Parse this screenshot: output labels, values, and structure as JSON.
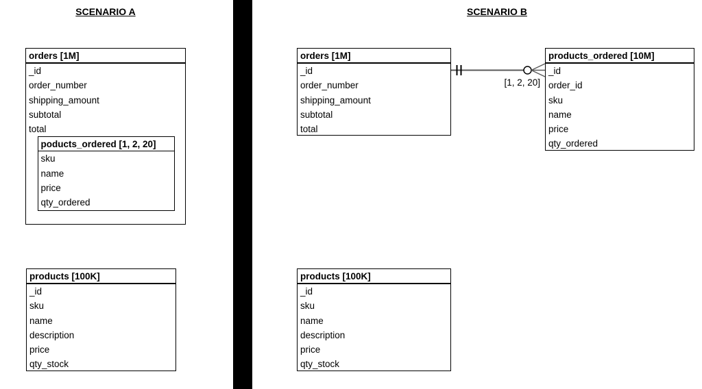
{
  "scenario_a": {
    "title": "SCENARIO A",
    "orders": {
      "header": "orders [1M]",
      "fields": [
        "_id",
        "order_number",
        "shipping_amount",
        "subtotal",
        "total"
      ],
      "nested": {
        "header": "poducts_ordered [1, 2, 20]",
        "fields": [
          "sku",
          "name",
          "price",
          "qty_ordered"
        ]
      }
    },
    "products": {
      "header": "products [100K]",
      "fields": [
        "_id",
        "sku",
        "name",
        "description",
        "price",
        "qty_stock"
      ]
    }
  },
  "scenario_b": {
    "title": "SCENARIO B",
    "orders": {
      "header": "orders [1M]",
      "fields": [
        "_id",
        "order_number",
        "shipping_amount",
        "subtotal",
        "total"
      ]
    },
    "products_ordered": {
      "header": "products_ordered [10M]",
      "fields": [
        "_id",
        "order_id",
        "sku",
        "name",
        "price",
        "qty_ordered"
      ]
    },
    "products": {
      "header": "products [100K]",
      "fields": [
        "_id",
        "sku",
        "name",
        "description",
        "price",
        "qty_stock"
      ]
    },
    "relationship": {
      "label": "[1, 2, 20]",
      "from_cardinality": "one-and-only-one",
      "to_cardinality": "zero-or-many",
      "line_color": "#595959",
      "symbol_color": "#000000"
    }
  },
  "divider_color": "#000000"
}
